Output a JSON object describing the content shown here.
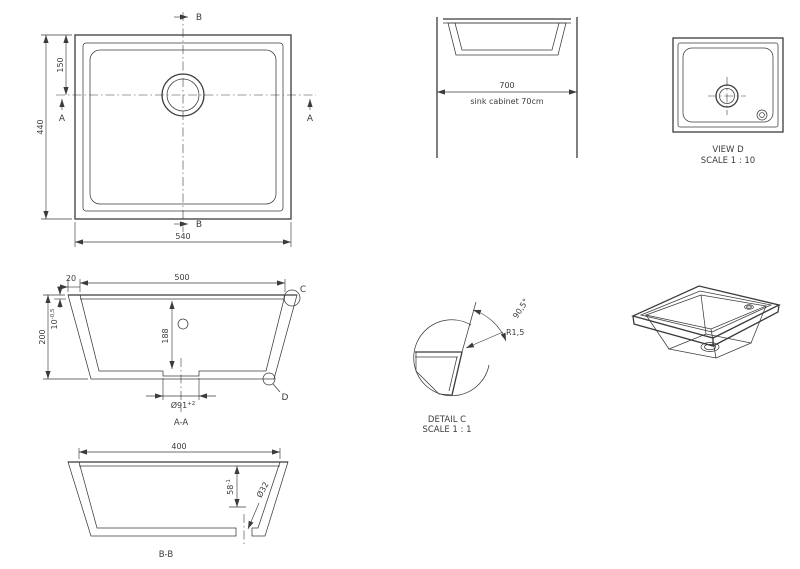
{
  "drawing": {
    "plan": {
      "dim_540": "540",
      "dim_440": "440",
      "dim_150": "150",
      "section_a_label": "A",
      "section_b_label": "B"
    },
    "cabinet": {
      "dim_700": "700",
      "caption": "sink cabinet 70cm"
    },
    "view_d": {
      "title": "VIEW D",
      "scale": "SCALE 1 : 10"
    },
    "section_aa": {
      "title": "A-A",
      "dim_500": "500",
      "dim_20": "20",
      "dim_200": "200",
      "dim_188": "188",
      "dim_10": "10",
      "dim_10_tol": "-0,5",
      "dim_drain": "Ø91",
      "dim_drain_tol": "+2",
      "detail_c_label": "C",
      "detail_d_label": "D"
    },
    "detail_c": {
      "title": "DETAIL C",
      "scale": "SCALE 1 : 1",
      "radius": "R1,5",
      "angle": "90,5°"
    },
    "section_bb": {
      "title": "B-B",
      "dim_400": "400",
      "dim_58": "58",
      "dim_58_tol": "-1",
      "dim_drain": "Ø32"
    }
  }
}
